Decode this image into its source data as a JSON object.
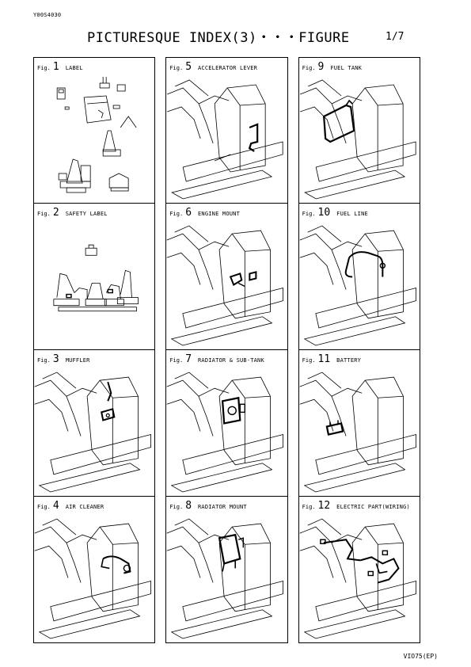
{
  "header": {
    "doc_code": "Y00S4030",
    "title": "PICTURESQUE INDEX(3)・・・FIGURE",
    "page": "1/7"
  },
  "figures": [
    {
      "prefix": "Fig.",
      "number": "1",
      "label": "LABEL",
      "icon": "labels-overview"
    },
    {
      "prefix": "Fig.",
      "number": "5",
      "label": "ACCELERATOR LEVER",
      "icon": "accelerator-lever"
    },
    {
      "prefix": "Fig.",
      "number": "9",
      "label": "FUEL TANK",
      "icon": "fuel-tank"
    },
    {
      "prefix": "Fig.",
      "number": "2",
      "label": "SAFETY LABEL",
      "icon": "safety-labels-overview"
    },
    {
      "prefix": "Fig.",
      "number": "6",
      "label": "ENGINE MOUNT",
      "icon": "engine-mount"
    },
    {
      "prefix": "Fig.",
      "number": "10",
      "label": "FUEL LINE",
      "icon": "fuel-line"
    },
    {
      "prefix": "Fig.",
      "number": "3",
      "label": "MUFFLER",
      "icon": "muffler"
    },
    {
      "prefix": "Fig.",
      "number": "7",
      "label": "RADIATOR & SUB-TANK",
      "icon": "radiator-sub-tank"
    },
    {
      "prefix": "Fig.",
      "number": "11",
      "label": "BATTERY",
      "icon": "battery"
    },
    {
      "prefix": "Fig.",
      "number": "4",
      "label": "AIR CLEANER",
      "icon": "air-cleaner"
    },
    {
      "prefix": "Fig.",
      "number": "8",
      "label": "RADIATOR MOUNT",
      "icon": "radiator-mount"
    },
    {
      "prefix": "Fig.",
      "number": "12",
      "label": "ELECTRIC PART(WIRING)",
      "icon": "electric-wiring"
    }
  ],
  "footer": {
    "model_code": "VIO75(EP)"
  }
}
